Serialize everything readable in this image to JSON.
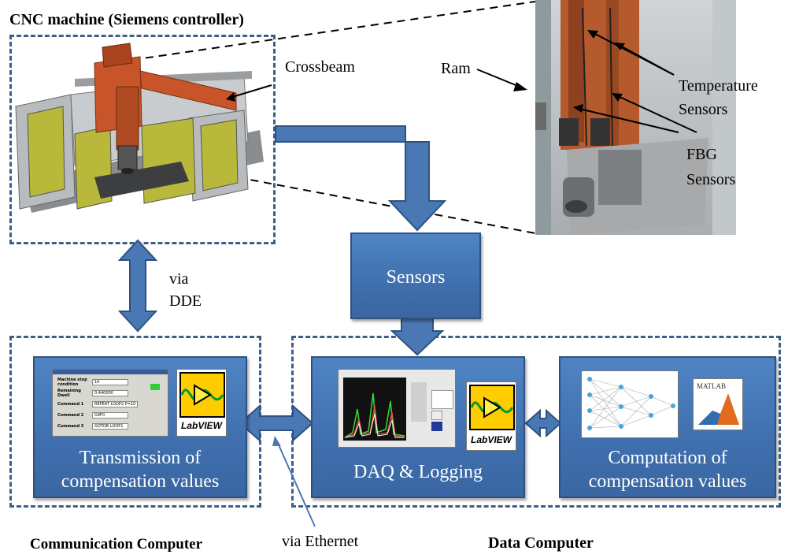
{
  "title": "CNC machine (Siemens controller)",
  "labels": {
    "crossbeam": "Crossbeam",
    "ram": "Ram",
    "temperature_sensors": "Temperature\nSensors",
    "fbg_sensors": "FBG\nSensors",
    "via_dde": "via\nDDE",
    "via_ethernet": "via Ethernet",
    "communication_computer": "Communication Computer",
    "data_computer": "Data Computer"
  },
  "boxes": {
    "sensors": "Sensors",
    "transmission": "Transmission of\ncompensation values",
    "daq": "DAQ & Logging",
    "computation": "Computation of\ncompensation values"
  },
  "screenshots": {
    "hmi_rows": [
      {
        "label": "Machine stop condition",
        "value": "10"
      },
      {
        "label": "Remaining Dwell",
        "value": "0.440000"
      },
      {
        "label": "Command 1",
        "value": "REPEAT LOOP2 P=10"
      },
      {
        "label": "Command 2",
        "value": "G4F0"
      },
      {
        "label": "Command 3",
        "value": "GOTOB LOOP1"
      }
    ],
    "labview_logo": "LabVIEW",
    "matlab_logo": "MATLAB"
  },
  "colors": {
    "panel_blue": "#4a7fc0",
    "dash_blue": "#3d5f87",
    "arrow_blue": "#4a78b5",
    "machine_orange": "#c8552a",
    "machine_yellow": "#b8b83a"
  }
}
